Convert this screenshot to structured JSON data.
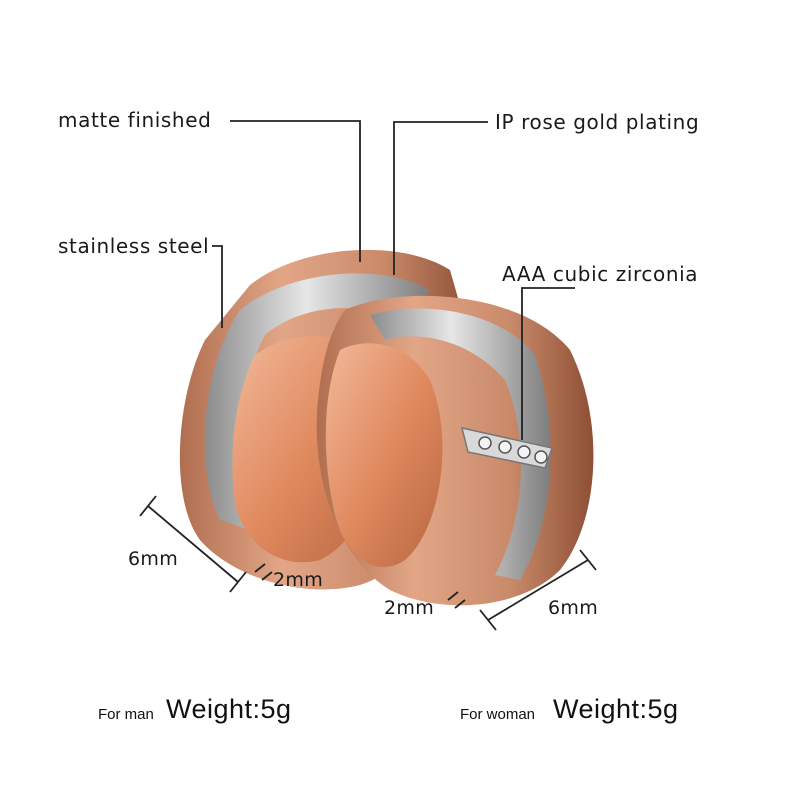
{
  "callouts": {
    "matte": "matte finished",
    "ip_plating": "IP rose gold plating",
    "steel": "stainless steel",
    "zirconia": "AAA cubic zirconia"
  },
  "dimensions": {
    "man_width": "6mm",
    "man_groove": "2mm",
    "woman_groove": "2mm",
    "woman_width": "6mm"
  },
  "footer": {
    "man_label": "For man",
    "man_weight": "Weight:5g",
    "woman_label": "For woman",
    "woman_weight": "Weight:5g"
  },
  "colors": {
    "rose_gold": "#c98a6a",
    "rose_gold_dark": "#9a5a3e",
    "steel": "#b9b9b9",
    "line": "#222222"
  }
}
